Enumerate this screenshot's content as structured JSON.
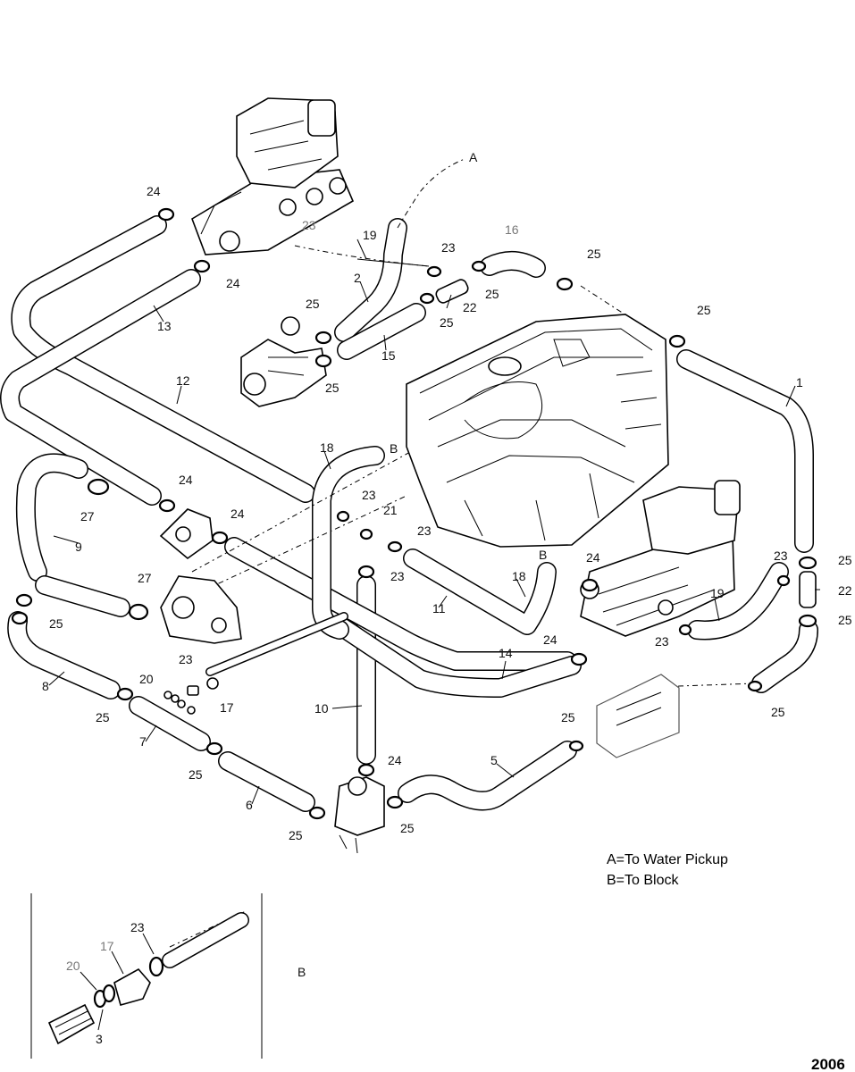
{
  "callouts": {
    "c1": "1",
    "c2": "2",
    "c3": "3",
    "c5": "5",
    "c6": "6",
    "c7": "7",
    "c8": "8",
    "c9": "9",
    "c10": "10",
    "c11": "11",
    "c12": "12",
    "c13": "13",
    "c14": "14",
    "c15": "15",
    "c16": "16",
    "c17": "17",
    "c18": "18",
    "c19": "19",
    "c20": "20",
    "c21": "21",
    "c22": "22",
    "c23": "23",
    "c24": "24",
    "c25": "25",
    "c27": "27",
    "cA": "A",
    "cB": "B"
  },
  "legend": {
    "a": "A=To Water Pickup",
    "b": "B=To Block"
  },
  "figure_number": "2006"
}
